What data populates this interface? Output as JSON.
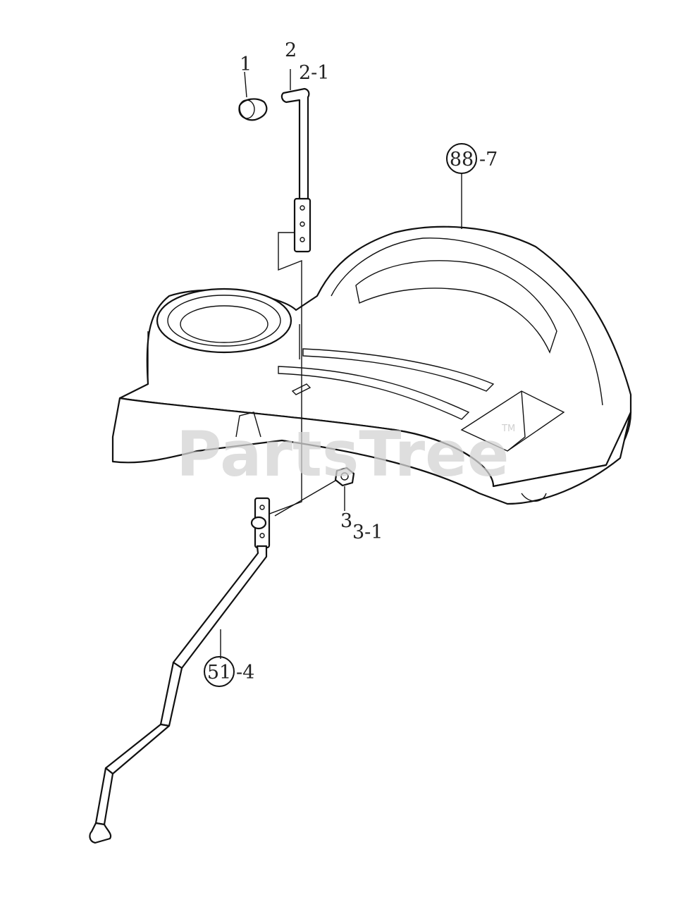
{
  "callouts": {
    "c1": "1",
    "c2": "2",
    "c2_1": "2-1",
    "c88_circle": "88",
    "c88_suffix": "-7",
    "c3": "3",
    "c3_1": "3-1",
    "c51_circle": "51",
    "c51_suffix": "-4"
  },
  "watermark": {
    "text": "PartsTree",
    "tm": "TM"
  }
}
